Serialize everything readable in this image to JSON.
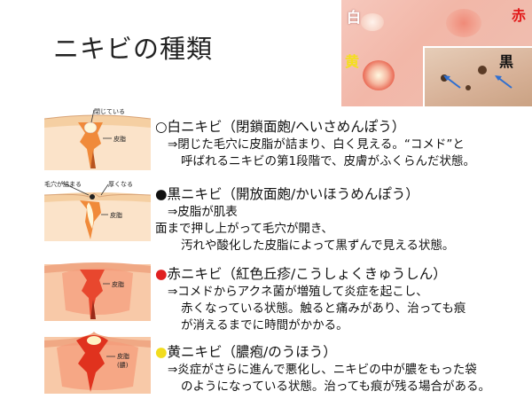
{
  "title": "ニキビの種類",
  "photo": {
    "label_white": "白",
    "label_red": "赤",
    "label_yellow": "黄",
    "label_black": "黒"
  },
  "diagrams": [
    {
      "top_label": "閉じている",
      "side_label": "皮脂"
    },
    {
      "top_label": "毛穴が詰まる",
      "top_label2": "厚くなる",
      "side_label": "皮脂"
    },
    {
      "side_label": "皮脂"
    },
    {
      "side_label": "皮脂",
      "side_label2": "(膿)"
    }
  ],
  "entries": [
    {
      "bullet": "○",
      "bullet_color": "#111111",
      "heading": "白ニキビ（閉鎖面皰/へいさめんぽう）",
      "lines": [
        "⇒閉じた毛穴に皮脂が詰まり、白く見える。“コメド”と",
        "呼ばれるニキビの第1段階で、皮膚がふくらんだ状態。"
      ]
    },
    {
      "bullet": "●",
      "bullet_color": "#111111",
      "heading": "黒ニキビ（開放面皰/かいほうめんぽう）",
      "lines": [
        "⇒皮脂が肌表",
        "面まで押し上がって毛穴が開き、",
        "汚れや酸化した皮脂によって黒ずんで見える状態。"
      ]
    },
    {
      "bullet": "●",
      "bullet_color": "#e02020",
      "heading": "赤ニキビ（紅色丘疹/こうしょくきゅうしん）",
      "lines": [
        "⇒コメドからアクネ菌が増殖して炎症を起こし、",
        "赤くなっている状態。触ると痛みがあり、治っても痕",
        "が消えるまでに時間がかかる。"
      ]
    },
    {
      "bullet": "●",
      "bullet_color": "#f2dc1e",
      "heading": "黄ニキビ（膿疱/のうほう）",
      "lines": [
        "⇒炎症がさらに進んで悪化し、ニキビの中が膿をもった袋",
        "のようになっている状態。治っても痕が残る場合がある。"
      ]
    }
  ],
  "colors": {
    "skin_light": "#fbe3c9",
    "skin_band": "#f5cfa2",
    "pore_orange": "#f08a3a",
    "inflamed_red": "#e8472e"
  }
}
